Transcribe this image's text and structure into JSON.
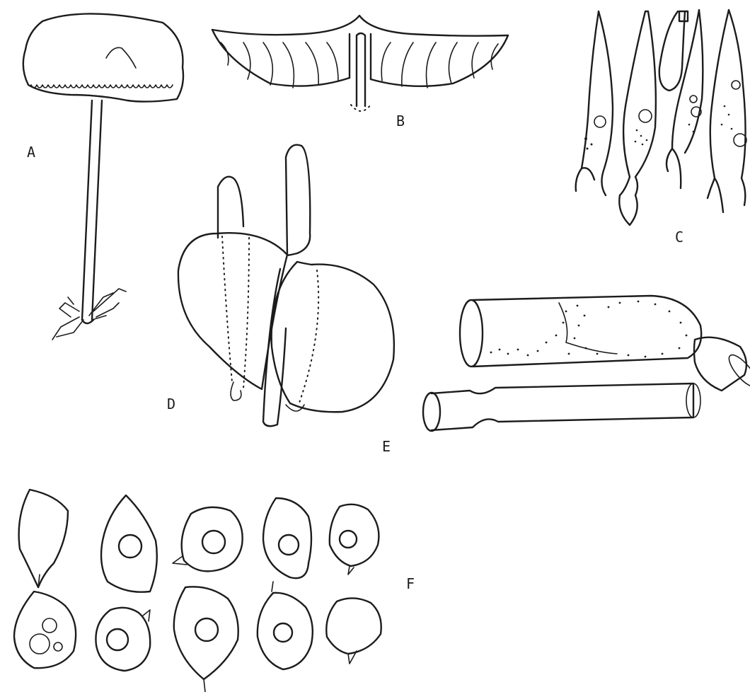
{
  "figure": {
    "panels": [
      {
        "id": "A",
        "label": "A",
        "depicts": "basidiocarp"
      },
      {
        "id": "B",
        "label": "B",
        "depicts": "pileus-section"
      },
      {
        "id": "C",
        "label": "C",
        "depicts": "basidia"
      },
      {
        "id": "D",
        "label": "D",
        "depicts": "cystidia"
      },
      {
        "id": "E",
        "label": "E",
        "depicts": "hyphae"
      },
      {
        "id": "F",
        "label": "F",
        "depicts": "basidiospores"
      }
    ],
    "ink_color": "#1c1c1c",
    "paper_color": "#ffffff"
  }
}
